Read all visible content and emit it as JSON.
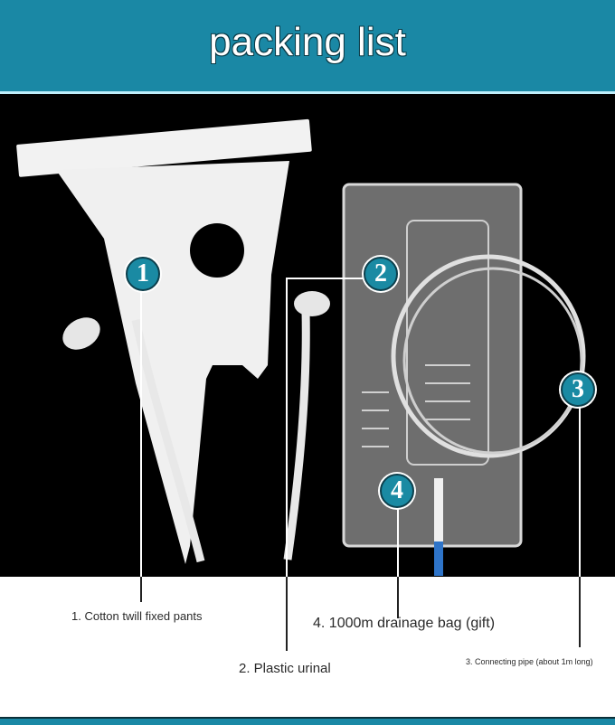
{
  "header": {
    "title": "packing list",
    "background_color": "#1a88a5"
  },
  "photo": {
    "background_color": "#000000",
    "badges": [
      {
        "number": "1",
        "item": "pants"
      },
      {
        "number": "2",
        "item": "urinal"
      },
      {
        "number": "3",
        "item": "pipe"
      },
      {
        "number": "4",
        "item": "drainage-bag"
      }
    ],
    "badge_color": "#1a8aa3"
  },
  "labels": {
    "item1": "1. Cotton twill fixed pants",
    "item2": "2. Plastic urinal",
    "item3": "3. Connecting pipe (about 1m long)",
    "item4": "4. 1000m drainage bag (gift)"
  }
}
